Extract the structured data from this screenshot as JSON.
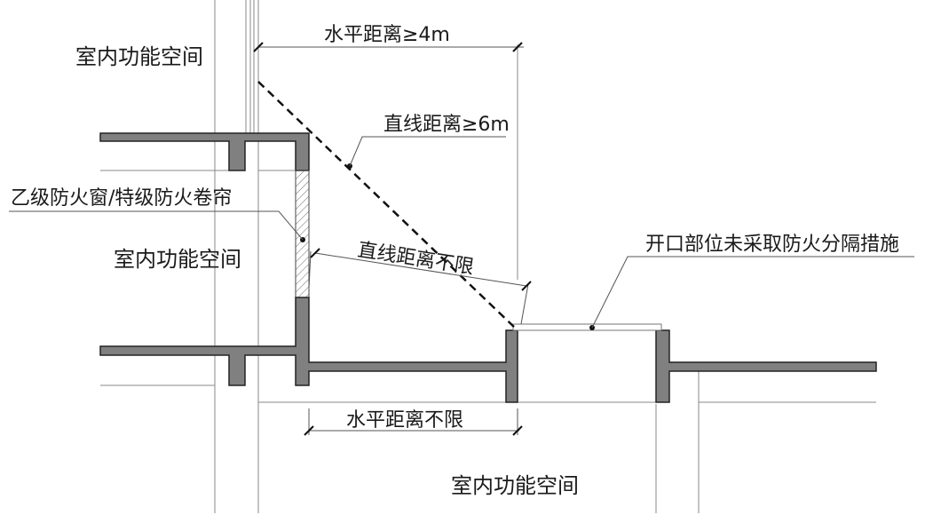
{
  "diagram": {
    "labels": {
      "room_top_left": "室内功能空间",
      "room_mid_left": "室内功能空间",
      "room_bottom": "室内功能空间",
      "horizontal_distance_min": "水平距离≥4m",
      "straight_distance_min": "直线距离≥6m",
      "fire_window_callout": "乙级防火窗/特级防火卷帘",
      "straight_distance_unlimited": "直线距离不限",
      "opening_callout": "开口部位未采取防火分隔措施",
      "horizontal_distance_unlimited": "水平距离不限"
    },
    "colors": {
      "wall_fill": "#808080",
      "line": "#888888",
      "ink": "#111111"
    }
  }
}
